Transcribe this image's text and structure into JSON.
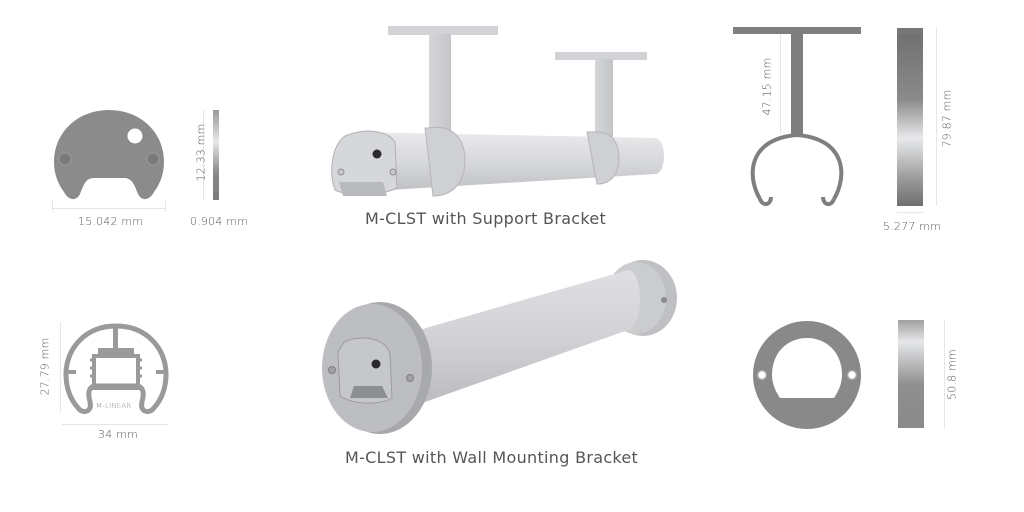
{
  "sheet": {
    "background": "#ffffff",
    "part_color": "#8a8a8a",
    "render_color": "#dcdde0"
  },
  "end_cap": {
    "width_label": "15.042 mm",
    "height_label": "12.33 mm",
    "thickness_label": "0.904 mm"
  },
  "support_bracket_product": {
    "caption": "M-CLST with Support Bracket"
  },
  "support_bracket_profile": {
    "stem_label": "47.15 mm",
    "height_label": "79.87 mm",
    "thickness_label": "5.277 mm"
  },
  "profile_section": {
    "height_label": "27.79 mm",
    "width_label": "34 mm",
    "inner_label": "M-LINEAR"
  },
  "wall_bracket_product": {
    "caption": "M-CLST with Wall Mounting Bracket"
  },
  "wall_plate": {
    "height_label": "50.8 mm"
  }
}
